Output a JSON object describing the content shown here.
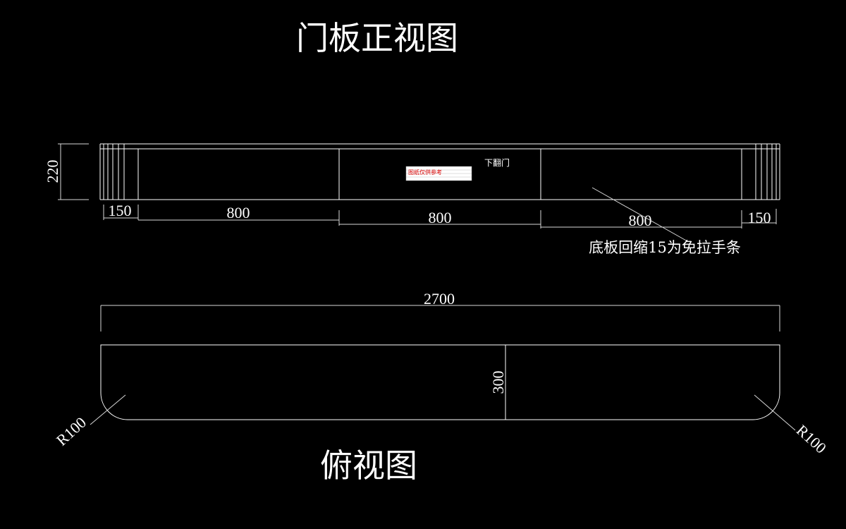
{
  "front_view": {
    "title": "门板正视图",
    "height_dim": "220",
    "width_dims": {
      "left_side": "150",
      "panel_1": "800",
      "panel_2": "800",
      "panel_3": "800",
      "right_side": "150"
    },
    "door_label": "下翻门",
    "stamp_text": "图纸仅供参考",
    "note": "底板回缩15为免拉手条"
  },
  "top_view": {
    "title": "俯视图",
    "total_width_dim": "2700",
    "depth_dim": "300",
    "left_radius": "R100",
    "right_radius": "R100"
  },
  "colors": {
    "background": "#000000",
    "line": "#ffffff",
    "stamp_text": "#d80000",
    "stamp_bg": "#ffffff"
  }
}
